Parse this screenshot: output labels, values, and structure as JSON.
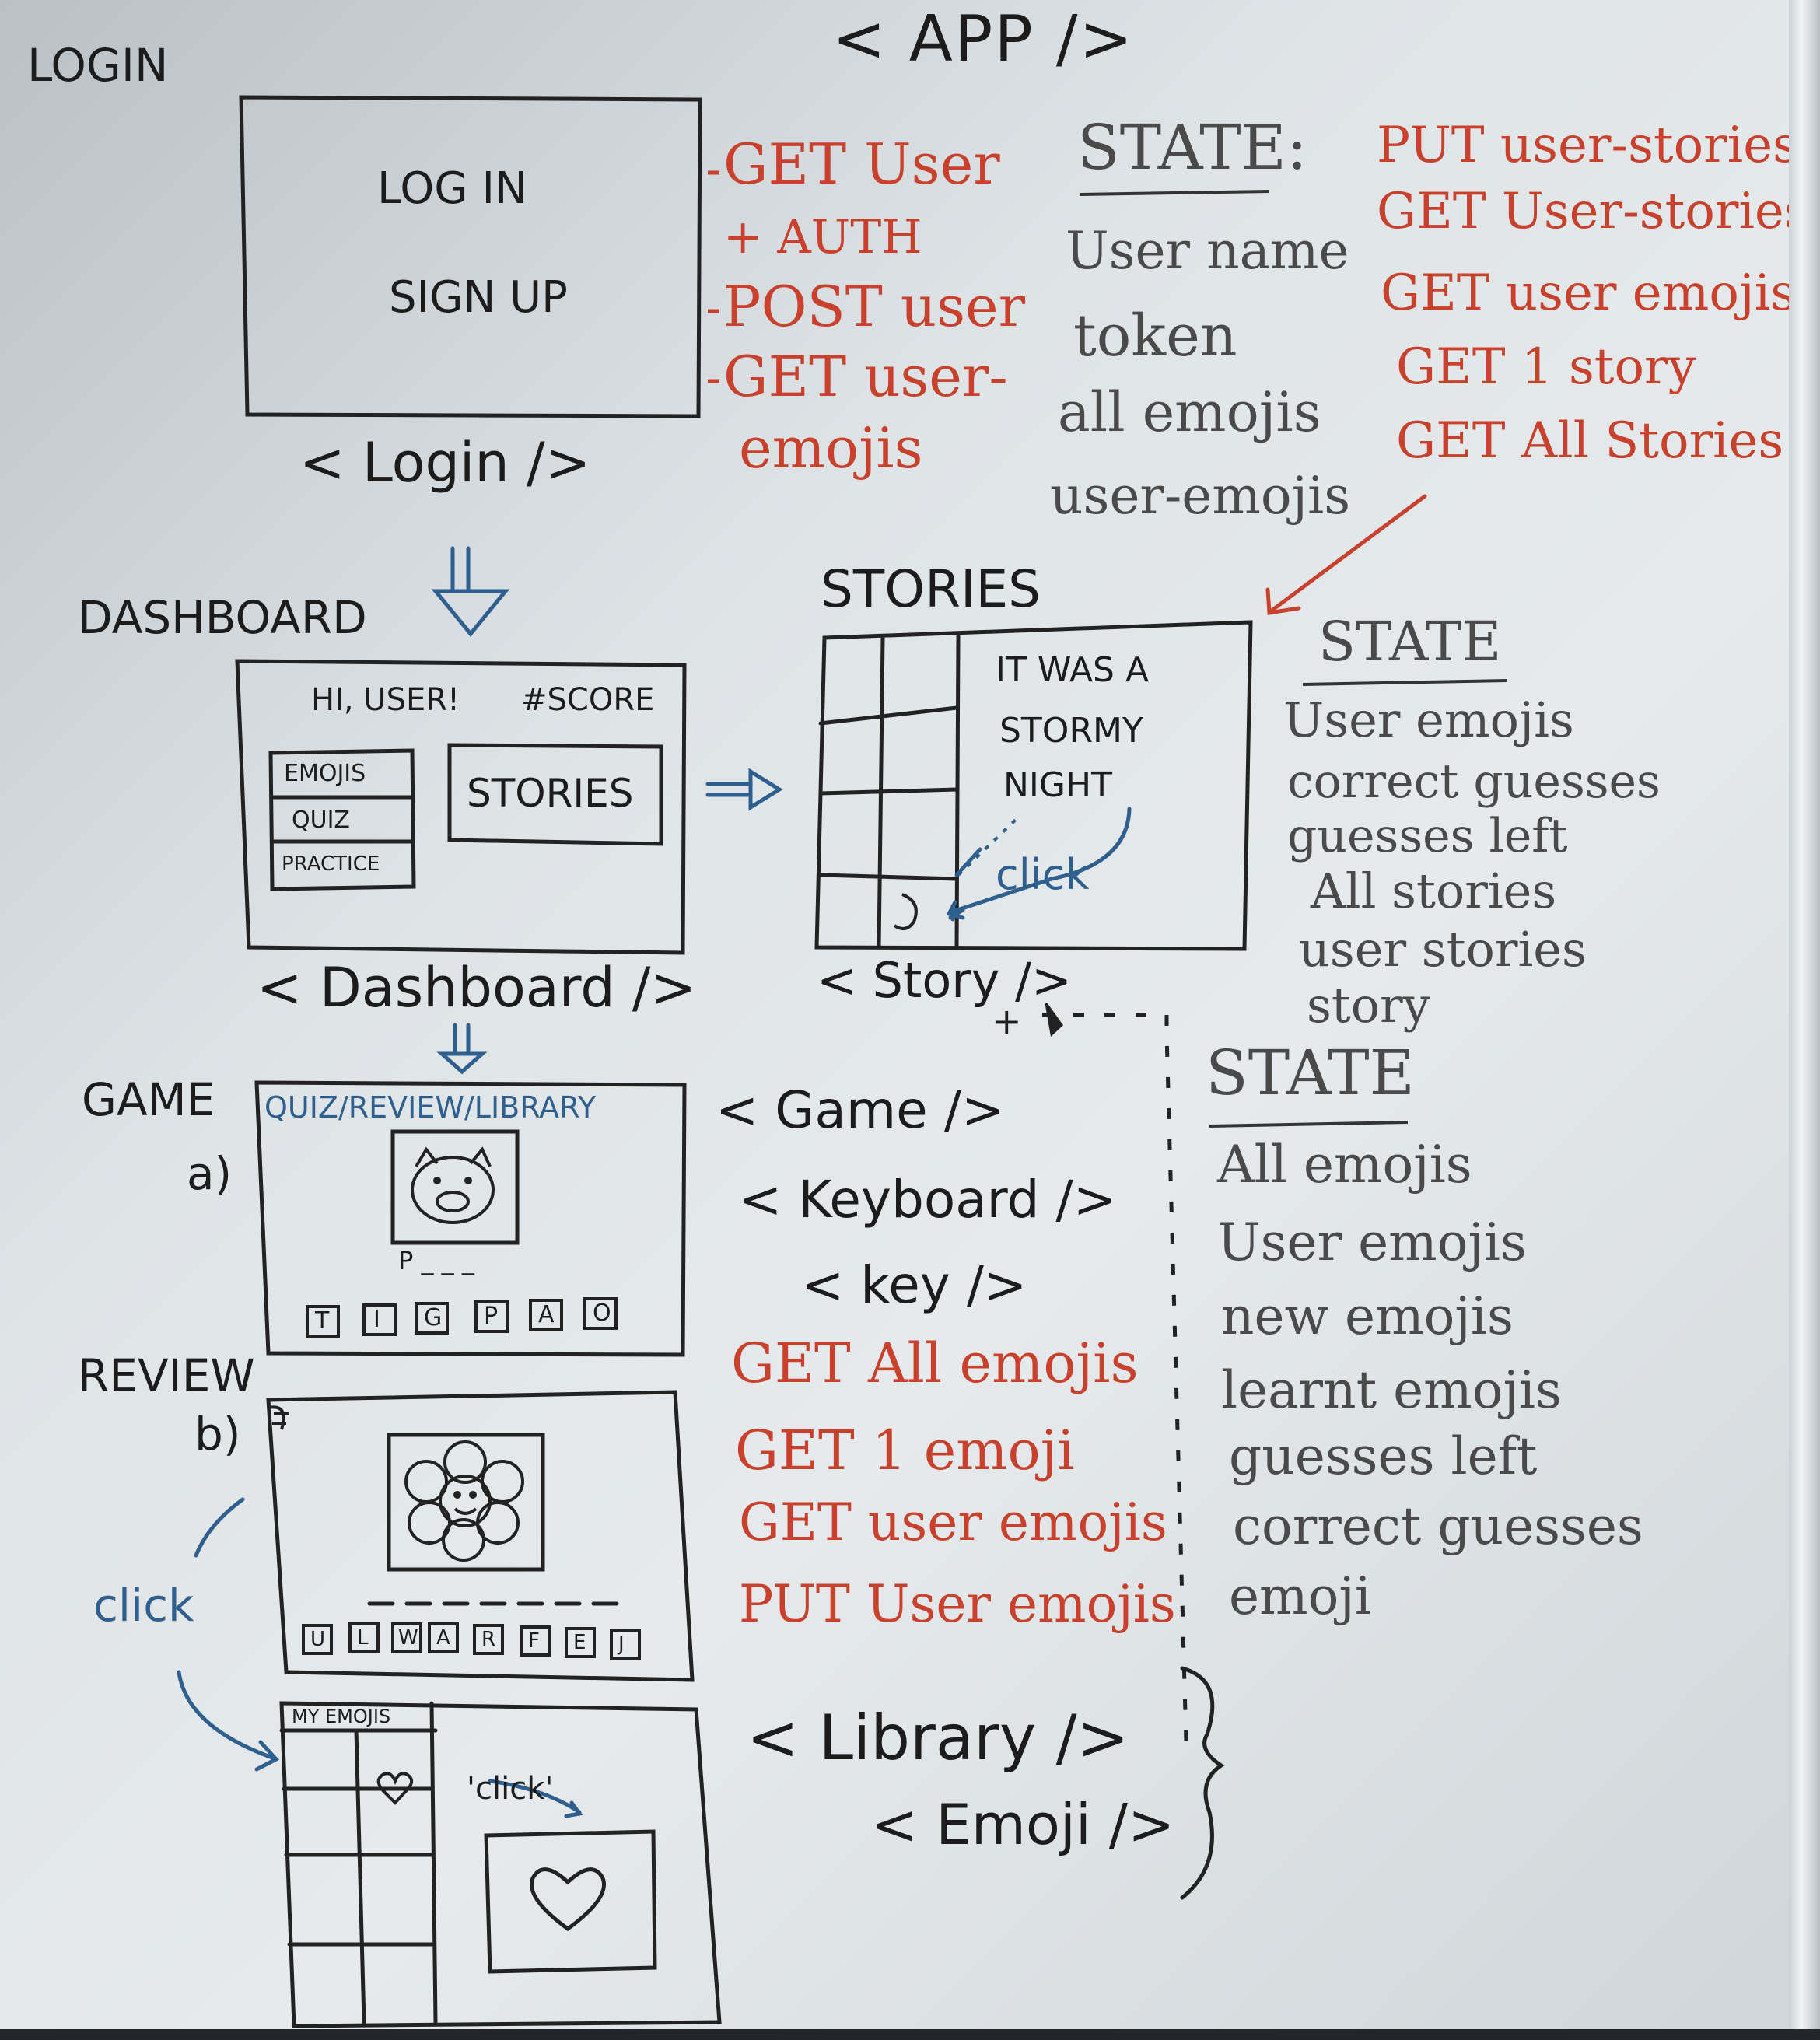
{
  "app": {
    "title": "< APP />"
  },
  "login": {
    "section": "LOGIN",
    "box": {
      "login": "LOG IN",
      "signup": "SIGN UP"
    },
    "component": "< Login />",
    "calls": [
      "GET User",
      "+ AUTH",
      "POST user",
      "GET user-",
      "emojis"
    ]
  },
  "app_state": {
    "heading": "STATE:",
    "items": [
      "User name",
      "token",
      "all emojis",
      "user-emojis"
    ],
    "calls": [
      "PUT user-stories",
      "GET User-stories",
      "GET user emojis",
      "GET 1 story",
      "GET All Stories"
    ]
  },
  "dashboard": {
    "section": "DASHBOARD",
    "greeting": "HI, USER!",
    "score": "#SCORE",
    "menu": [
      "EMOJIS",
      "QUIZ",
      "PRACTICE"
    ],
    "stories_button": "STORIES",
    "component": "< Dashboard />"
  },
  "stories": {
    "section": "STORIES",
    "text": [
      "IT WAS A",
      "STORMY",
      "NIGHT"
    ],
    "click_label": "click",
    "component": "< Story />",
    "plus": "+",
    "state_heading": "STATE",
    "state_items": [
      "User emojis",
      "correct guesses",
      "guesses left",
      "All stories",
      "user stories",
      "story"
    ]
  },
  "game": {
    "section": "GAME",
    "letter": "a)",
    "header": "QUIZ/REVIEW/LIBRARY",
    "hint": "P _ _ _",
    "keys": [
      "T",
      "I",
      "G",
      "P",
      "A",
      "O"
    ],
    "components": [
      "< Game />",
      "< Keyboard />",
      "< key />"
    ],
    "calls": [
      "GET All emojis",
      "GET 1 emoji",
      "GET user emojis",
      "PUT User emojis"
    ]
  },
  "review": {
    "section": "REVIEW",
    "letter": "b)",
    "keys": [
      "U",
      "L",
      "W",
      "A",
      "R",
      "F",
      "E",
      "J"
    ],
    "click_label": "click"
  },
  "library": {
    "header": "MY EMOJIS",
    "click_label": "'click'",
    "components": [
      "< Library />",
      "< Emoji />"
    ]
  },
  "game_state": {
    "heading": "STATE",
    "items": [
      "All emojis",
      "User emojis",
      "new emojis",
      "learnt emojis",
      "guesses left",
      "correct guesses",
      "emoji"
    ]
  },
  "colors": {
    "ink": "#1c1c1c",
    "red_marker": "#c9412c",
    "blue_marker": "#2f5f8f",
    "gray_marker": "#4a4a4a",
    "board": "#e3e7ea"
  }
}
